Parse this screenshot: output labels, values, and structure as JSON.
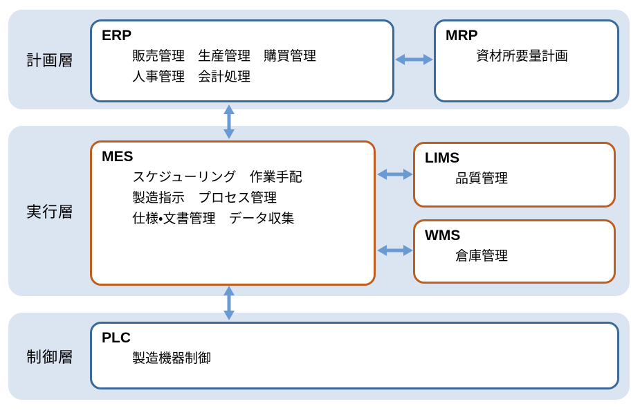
{
  "colors": {
    "band_bg": "#dbe5f1",
    "box_bg": "#ffffff",
    "blue_border": "#3b6a9a",
    "orange_border": "#c05d21",
    "arrow": "#699bd2",
    "text": "#000000",
    "page_bg": "#ffffff"
  },
  "layers": [
    {
      "id": "planning",
      "label": "計画層"
    },
    {
      "id": "execution",
      "label": "実行層"
    },
    {
      "id": "control",
      "label": "制御層"
    }
  ],
  "boxes": {
    "erp": {
      "title": "ERP",
      "lines": [
        "販売管理　生産管理　購買管理",
        "人事管理　会計処理"
      ]
    },
    "mrp": {
      "title": "MRP",
      "lines": [
        "資材所要量計画"
      ]
    },
    "mes": {
      "title": "MES",
      "lines": [
        "スケジューリング　作業手配",
        "製造指示　プロセス管理",
        "仕様・文書管理　データ収集"
      ]
    },
    "lims": {
      "title": "LIMS",
      "lines": [
        "品質管理"
      ]
    },
    "wms": {
      "title": "WMS",
      "lines": [
        "倉庫管理"
      ]
    },
    "plc": {
      "title": "PLC",
      "lines": [
        "製造機器制御"
      ]
    }
  },
  "arrows": [
    {
      "from": "ERP",
      "to": "MRP",
      "orientation": "horizontal",
      "bidirectional": true
    },
    {
      "from": "ERP",
      "to": "MES",
      "orientation": "vertical",
      "bidirectional": true
    },
    {
      "from": "MES",
      "to": "LIMS",
      "orientation": "horizontal",
      "bidirectional": true
    },
    {
      "from": "MES",
      "to": "WMS",
      "orientation": "horizontal",
      "bidirectional": true
    },
    {
      "from": "MES",
      "to": "PLC",
      "orientation": "vertical",
      "bidirectional": true
    }
  ]
}
